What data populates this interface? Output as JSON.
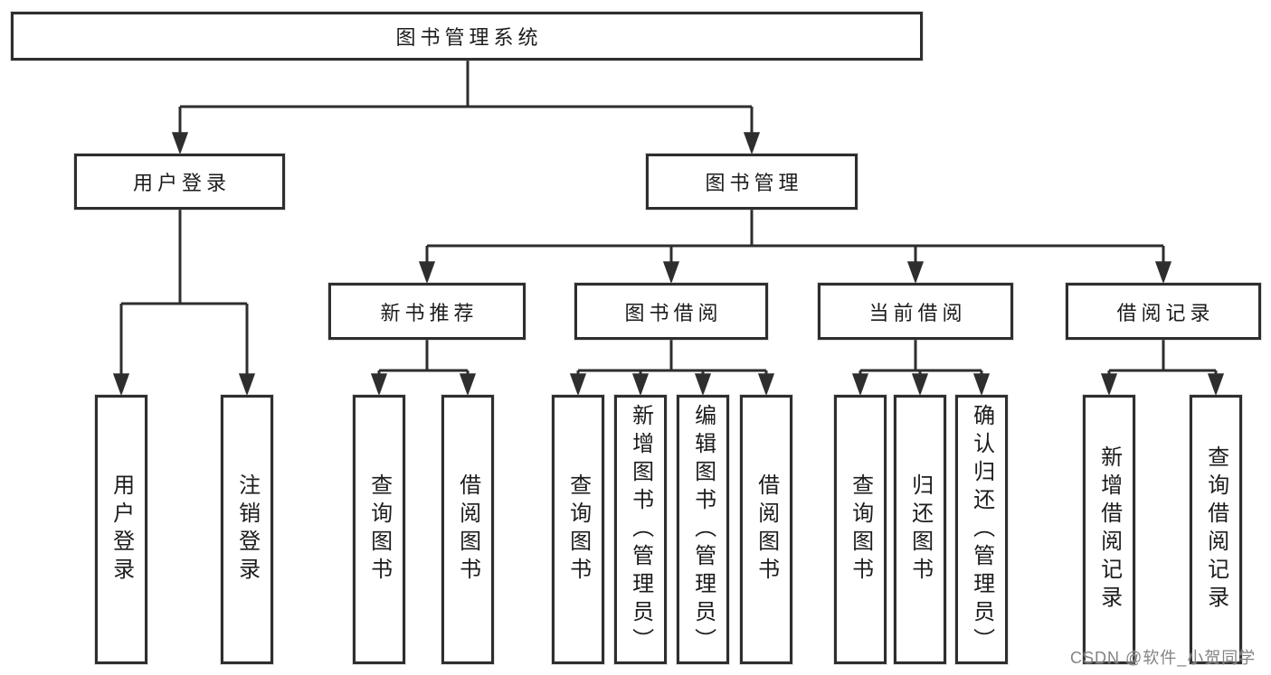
{
  "root": {
    "label": "图书管理系统"
  },
  "branches": {
    "user": {
      "label": "用户登录",
      "leaves": [
        "用户登录",
        "注销登录"
      ]
    },
    "books": {
      "label": "图书管理",
      "groups": [
        {
          "label": "新书推荐",
          "leaves": [
            "查询图书",
            "借阅图书"
          ]
        },
        {
          "label": "图书借阅",
          "leaves": [
            "查询图书",
            "新增图书（管理员）",
            "编辑图书（管理员）",
            "借阅图书"
          ]
        },
        {
          "label": "当前借阅",
          "leaves": [
            "查询图书",
            "归还图书",
            "确认归还（管理员）"
          ]
        },
        {
          "label": "借阅记录",
          "leaves": [
            "新增借阅记录",
            "查询借阅记录"
          ]
        }
      ]
    }
  },
  "watermark": {
    "text": "CSDN @软件_小贺同学"
  },
  "colors": {
    "line": "#2e2e2e",
    "box_border": "#2e2e2e",
    "text": "#1c1c1c",
    "background": "#ffffff",
    "watermark": "#7c7c7c"
  }
}
